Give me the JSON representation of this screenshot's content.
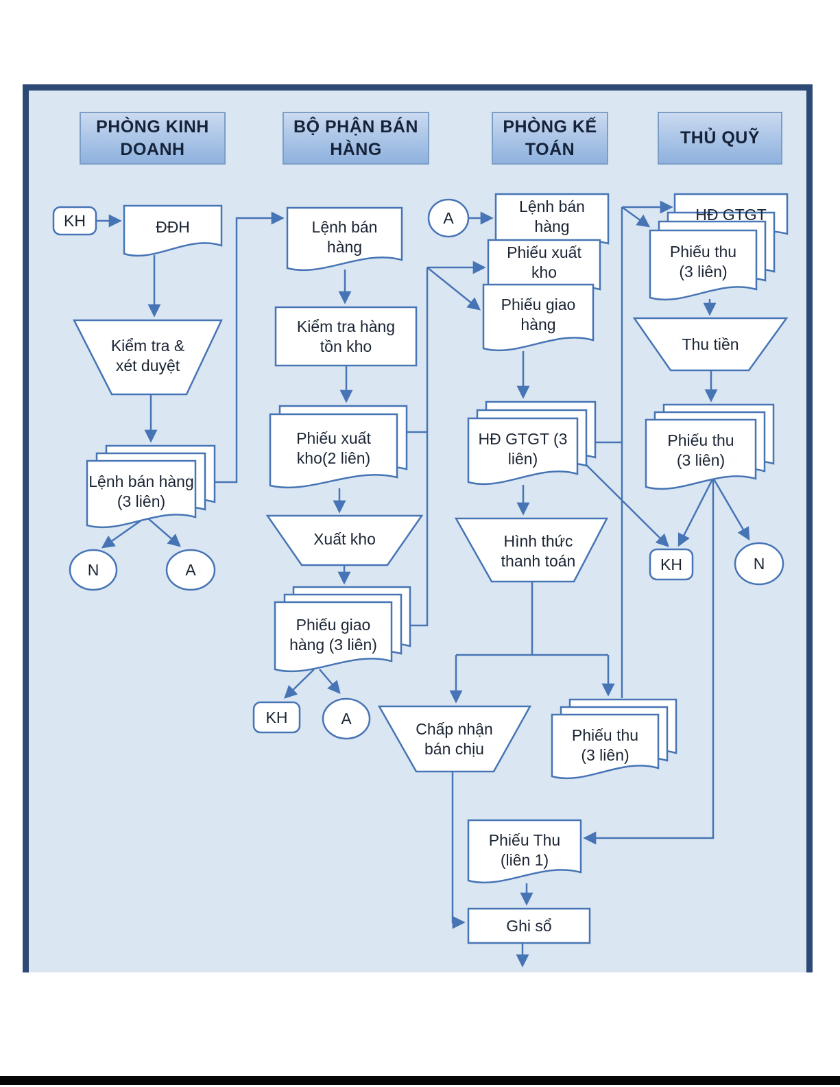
{
  "colors": {
    "frame_border": "#2d4a74",
    "canvas_fill": "#dbe6f3",
    "header_top": "#cbdaf0",
    "header_bottom": "#8fb2de",
    "header_border": "#7b9ec7",
    "shape_stroke": "#4674b4",
    "shape_fill": "#ffffff",
    "text": "#1b2433"
  },
  "lanes": [
    {
      "lines": [
        "PHÒNG KINH",
        "DOANH"
      ]
    },
    {
      "lines": [
        "BỘ PHẬN BÁN",
        "HÀNG"
      ]
    },
    {
      "lines": [
        "PHÒNG KẾ",
        "TOÁN"
      ]
    },
    {
      "lines": [
        "THỦ QUỸ"
      ]
    }
  ],
  "nodes": {
    "kh_source": {
      "label": "KH"
    },
    "ddh": {
      "label": "ĐĐH"
    },
    "kiem_tra_xet_duyet": {
      "lines": [
        "Kiểm tra &",
        "xét duyệt"
      ]
    },
    "lenh_ban_hang_3lien": {
      "lines": [
        "Lệnh bán hàng",
        "(3 liên)"
      ]
    },
    "n_file_1": {
      "label": "N"
    },
    "a_conn_1": {
      "label": "A"
    },
    "lenh_ban_hang_sales": {
      "lines": [
        "Lệnh bán",
        "hàng"
      ]
    },
    "kiem_tra_ton_kho": {
      "lines": [
        "Kiểm tra hàng",
        "tồn kho"
      ]
    },
    "phieu_xuat_kho_2lien": {
      "lines": [
        "Phiếu xuất",
        "kho(2 liên)"
      ]
    },
    "xuat_kho": {
      "label": "Xuất kho"
    },
    "phieu_giao_hang_3lien": {
      "lines": [
        "Phiếu giao",
        "hàng (3 liên)"
      ]
    },
    "kh_2": {
      "label": "KH"
    },
    "a_conn_2": {
      "label": "A"
    },
    "a_conn_3": {
      "label": "A"
    },
    "lenh_ban_hang_acct": {
      "lines": [
        "Lệnh bán",
        "hàng"
      ]
    },
    "phieu_xuat_kho_acct": {
      "lines": [
        "Phiếu xuất",
        "kho"
      ]
    },
    "phieu_giao_hang_acct": {
      "lines": [
        "Phiếu giao",
        "hàng"
      ]
    },
    "hd_gtgt_3lien": {
      "lines": [
        "HĐ GTGT (3",
        "liên)"
      ]
    },
    "hinh_thuc_thanh_toan": {
      "lines": [
        "Hình thức",
        "thanh toán"
      ]
    },
    "chap_nhan_ban_chiu": {
      "lines": [
        "Chấp nhận",
        "bán chịu"
      ]
    },
    "phieu_thu_3lien_acct": {
      "lines": [
        "Phiếu thu",
        "(3 liên)"
      ]
    },
    "phieu_thu_lien1": {
      "lines": [
        "Phiếu Thu",
        "(liên 1)"
      ]
    },
    "ghi_so": {
      "label": "Ghi sổ"
    },
    "kh_3": {
      "label": "KH"
    },
    "n_file_2": {
      "label": "N"
    },
    "hd_gtgt_treasury": {
      "label": "HĐ GTGT"
    },
    "phieu_thu_3lien_tq1": {
      "lines": [
        "Phiếu thu",
        "(3 liên)"
      ]
    },
    "thu_tien": {
      "label": "Thu tiền"
    },
    "phieu_thu_3lien_tq2": {
      "lines": [
        "Phiếu thu",
        "(3 liên)"
      ]
    }
  }
}
